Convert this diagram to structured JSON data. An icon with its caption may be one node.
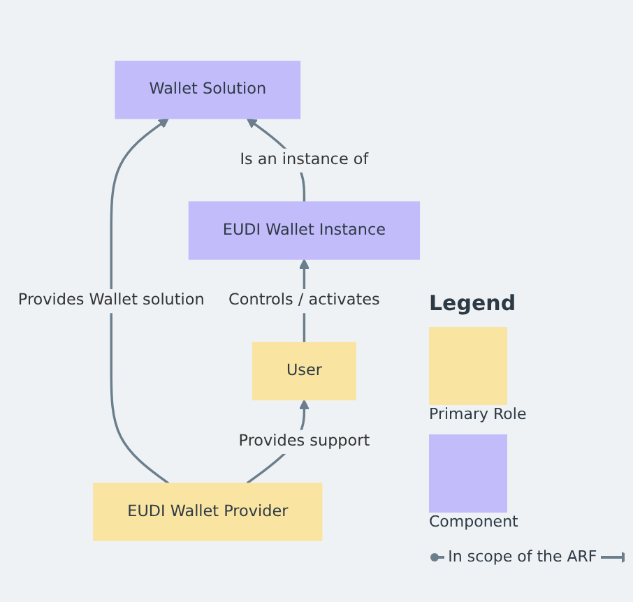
{
  "diagram": {
    "nodes": [
      {
        "text": [
          "Wallet Solution"
        ]
      },
      {
        "text": [
          "EUDI Wallet Provider"
        ]
      },
      {
        "text": [
          "EUDI Wallet Instance"
        ]
      },
      {
        "text": [
          "User"
        ]
      }
    ],
    "edges": [
      {
        "from": 1,
        "to": 0,
        "arrow": "to",
        "label": "Provides Wallet solution"
      },
      {
        "from": 2,
        "to": 0,
        "arrow": "to",
        "label": "Is an instance of"
      },
      {
        "from": 3,
        "to": 2,
        "arrow": "to",
        "label": "Controls / activates"
      },
      {
        "from": 1,
        "to": 3,
        "arrow": "to",
        "label": "Provides support"
      }
    ],
    "labels": [
      "Legend"
    ],
    "legend": [
      {
        "text": "Primary Role",
        "color": "#fae4a2"
      },
      {
        "text": "Component",
        "color": "#c3bcfa"
      },
      {
        "text": "In scope of the ARF"
      }
    ]
  }
}
